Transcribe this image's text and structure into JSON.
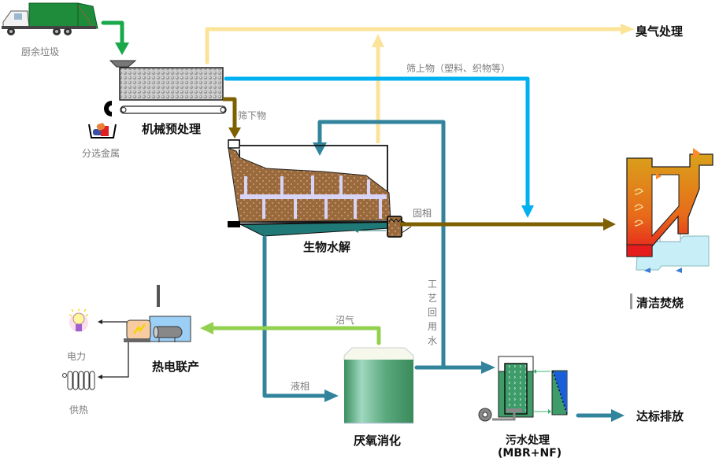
{
  "diagram": {
    "title": "Kitchen waste treatment process flow",
    "nodes": {
      "kitchen_waste": "厨余垃圾",
      "mechanical_pretreatment": "机械预处理",
      "metal_sorting": "分选金属",
      "odor_treatment": "臭气处理",
      "biological_hydrolysis": "生物水解",
      "clean_incineration": "清洁焚烧",
      "cogeneration": "热电联产",
      "electricity": "电力",
      "heat_supply": "供热",
      "anaerobic_digestion": "厌氧消化",
      "wastewater_treatment": "污水处理",
      "wastewater_treatment_sub": "(MBR+NF)",
      "discharge": "达标排放"
    },
    "flows": {
      "undersize": "筛下物",
      "oversize": "筛上物（塑料、织物等）",
      "solid_phase": "固相",
      "liquid_phase": "液相",
      "biogas": "沼气",
      "process_reuse_water": "工艺回用水"
    },
    "colors": {
      "waste_input": "#1aa84a",
      "odor": "#fce39a",
      "oversize": "#00b0f0",
      "solid": "#7f6000",
      "water": "#31849b",
      "biogas": "#92d050",
      "digester": "#3e9b6a"
    }
  }
}
